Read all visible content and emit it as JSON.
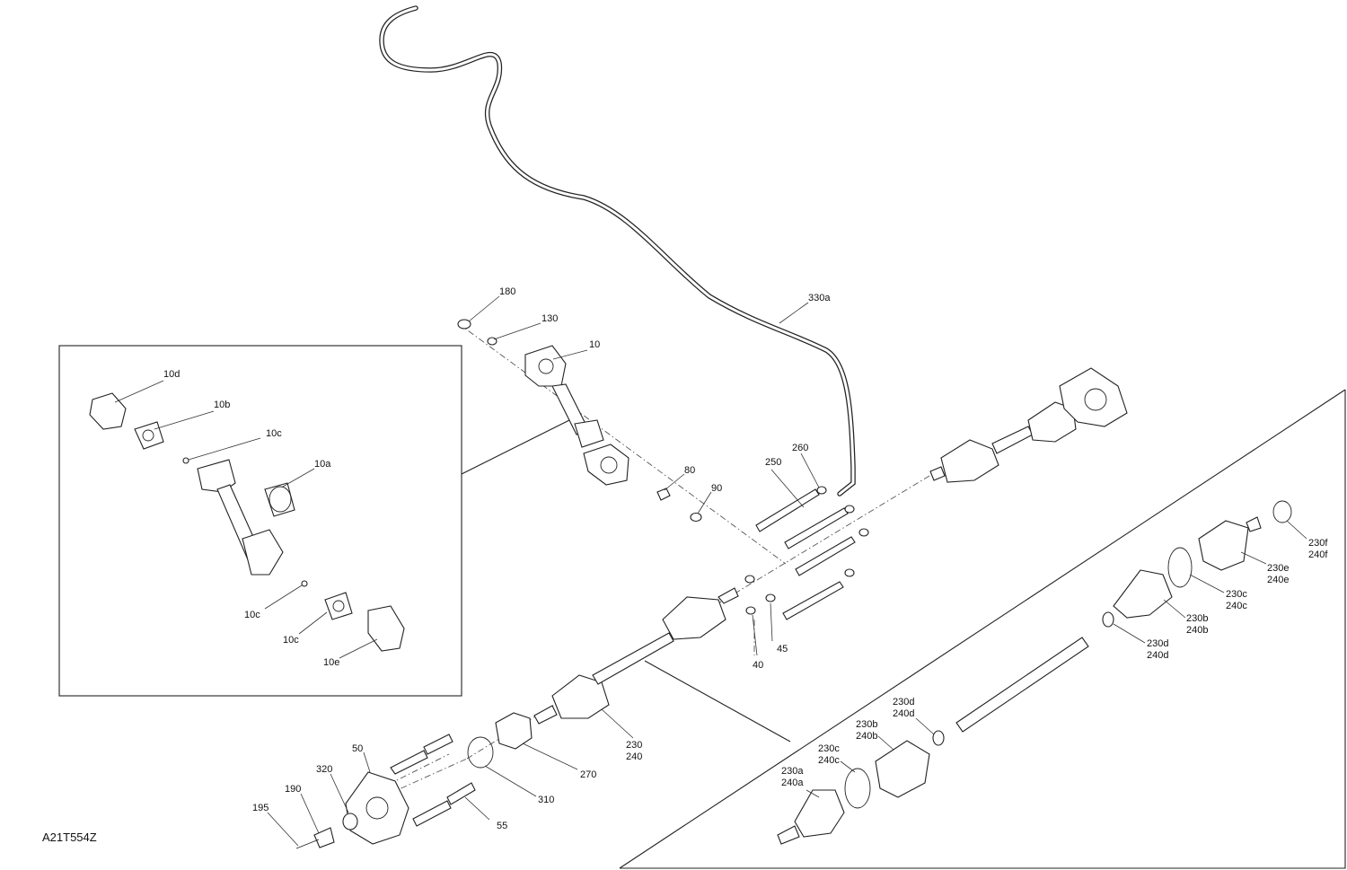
{
  "document_code": "A21T554Z",
  "labels": {
    "p10d": "10d",
    "p10b": "10b",
    "p10c_top": "10c",
    "p10a": "10a",
    "p10c_mid": "10c",
    "p10c_low": "10c",
    "p10e": "10e",
    "p180": "180",
    "p130": "130",
    "p10": "10",
    "p330a": "330a",
    "p80": "80",
    "p90": "90",
    "p250": "250",
    "p260": "260",
    "p45": "45",
    "p40": "40",
    "p230": "230",
    "p240": "240",
    "p270": "270",
    "p310": "310",
    "p50": "50",
    "p320": "320",
    "p190": "190",
    "p195": "195",
    "p55": "55",
    "p230f": "230f",
    "p240f": "240f",
    "p230e": "230e",
    "p240e": "240e",
    "p230c_r": "230c",
    "p240c_r": "240c",
    "p230b_r": "230b",
    "p240b_r": "240b",
    "p230d_r": "230d",
    "p240d_r": "240d",
    "p230d_l": "230d",
    "p240d_l": "240d",
    "p230b_l": "230b",
    "p240b_l": "240b",
    "p230c_l": "230c",
    "p240c_l": "240c",
    "p230a": "230a",
    "p240a": "240a"
  }
}
